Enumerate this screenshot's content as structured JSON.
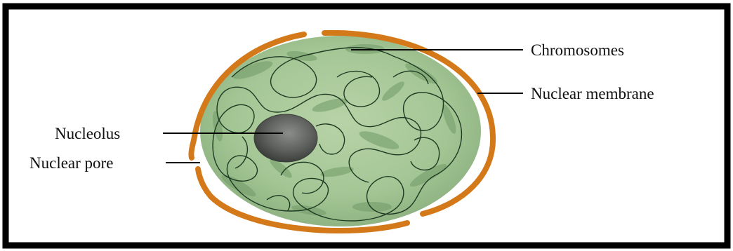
{
  "labels": {
    "chromosomes": "Chromosomes",
    "nuclear_membrane": "Nuclear membrane",
    "nucleolus": "Nucleolus",
    "nuclear_pore": "Nuclear pore"
  },
  "colors": {
    "frame": "#000000",
    "membrane": "#d4791a",
    "nucleoplasm": "#a9c99a",
    "nucleoplasm_dark": "#6f9a66",
    "chromatin": "#1f3a22",
    "nucleolus": "#5f625f",
    "leader_line": "#000000"
  },
  "icons": [
    "nucleus-illustration"
  ]
}
